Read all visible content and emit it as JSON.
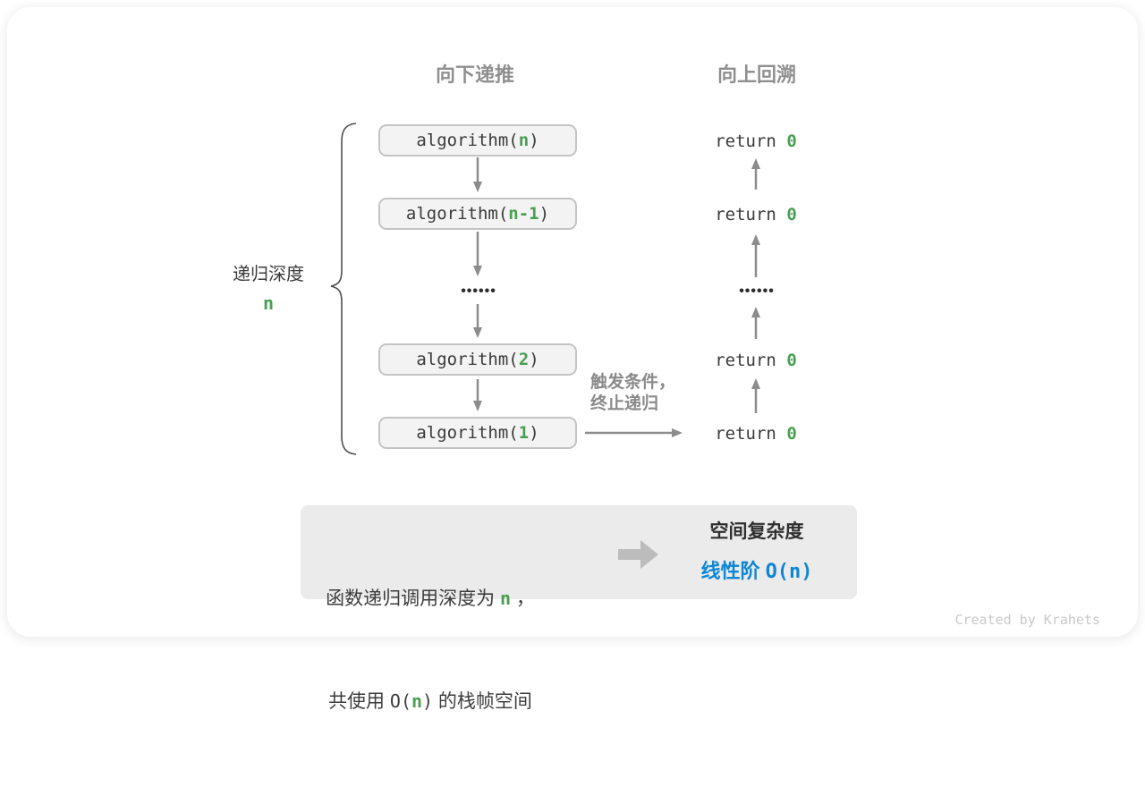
{
  "colors": {
    "accent_green": "#4a9e52",
    "accent_blue": "#0e86d4",
    "arrow_gray": "#8c8c8c",
    "panel_bg": "#ebebeb"
  },
  "headers": {
    "down": "向下递推",
    "up": "向上回溯"
  },
  "depth_label": {
    "text": "递归深度",
    "value": "n"
  },
  "calls": [
    {
      "pre": "algorithm(",
      "arg": "n",
      "post": ")"
    },
    {
      "pre": "algorithm(",
      "arg": "n-1",
      "post": ")"
    },
    {
      "pre": "algorithm(",
      "arg": "2",
      "post": ")"
    },
    {
      "pre": "algorithm(",
      "arg": "1",
      "post": ")"
    }
  ],
  "returns": [
    {
      "pre": "return ",
      "val": "0"
    },
    {
      "pre": "return ",
      "val": "0"
    },
    {
      "pre": "return ",
      "val": "0"
    },
    {
      "pre": "return ",
      "val": "0"
    }
  ],
  "dots": "••••••",
  "trigger_note": {
    "line1": "触发条件，",
    "line2": "终止递归"
  },
  "summary": {
    "line1_pre": "函数递归调用深度为 ",
    "line1_arg": "n",
    "line1_post": " ，",
    "line2_pre": "共使用 ",
    "line2_code_pre": "O(",
    "line2_arg": "n",
    "line2_code_post": ")",
    "line2_post": " 的栈帧空间",
    "result_title": "空间复杂度",
    "result_value_text": "线性阶 ",
    "result_value_code": "O(n)"
  },
  "credit": "Created by Krahets"
}
